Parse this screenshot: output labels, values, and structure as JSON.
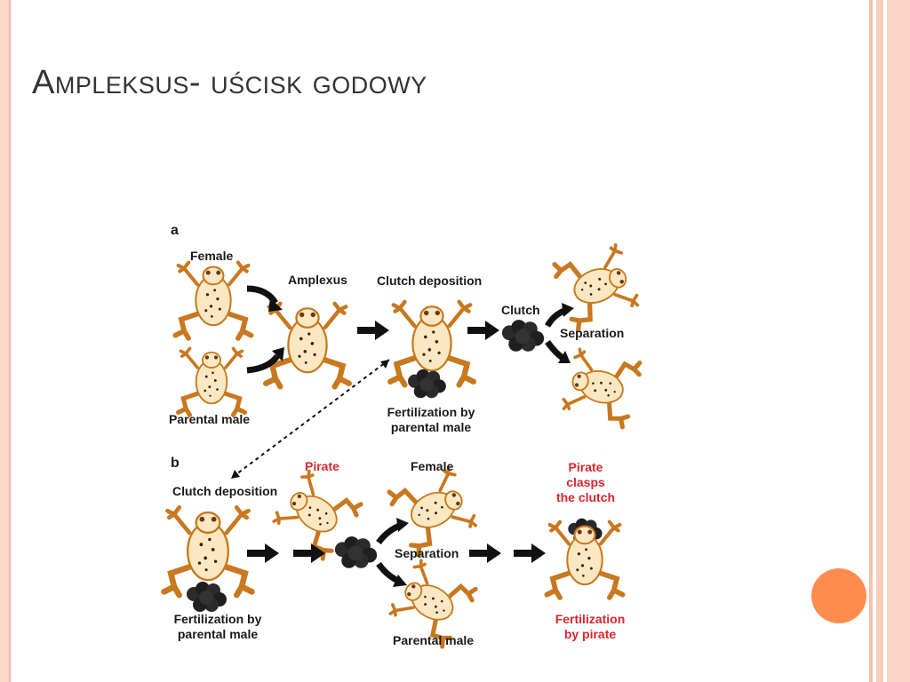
{
  "slide": {
    "title": "Ampleksus- uścisk godowy"
  },
  "figure": {
    "panel_a": {
      "letter": "a",
      "female": "Female",
      "parental_male": "Parental male",
      "amplexus": "Amplexus",
      "clutch_deposition": "Clutch deposition",
      "clutch": "Clutch",
      "separation": "Separation",
      "fertilization_line1": "Fertilization by",
      "fertilization_line2": "parental male"
    },
    "panel_b": {
      "letter": "b",
      "pirate": "Pirate",
      "female": "Female",
      "pirate_clasps_line1": "Pirate",
      "pirate_clasps_line2": "clasps",
      "pirate_clasps_line3": "the clutch",
      "clutch_deposition": "Clutch deposition",
      "separation": "Separation",
      "fertilization_line1": "Fertilization by",
      "fertilization_line2": "parental male",
      "parental_male": "Parental male",
      "fertilization_pirate_line1": "Fertilization",
      "fertilization_pirate_line2": "by pirate"
    }
  },
  "colors": {
    "accent": "#ff8c4f",
    "pirate_red": "#d9262c",
    "frog_light": "#fbe8c2",
    "frog_outline": "#c8781f"
  }
}
